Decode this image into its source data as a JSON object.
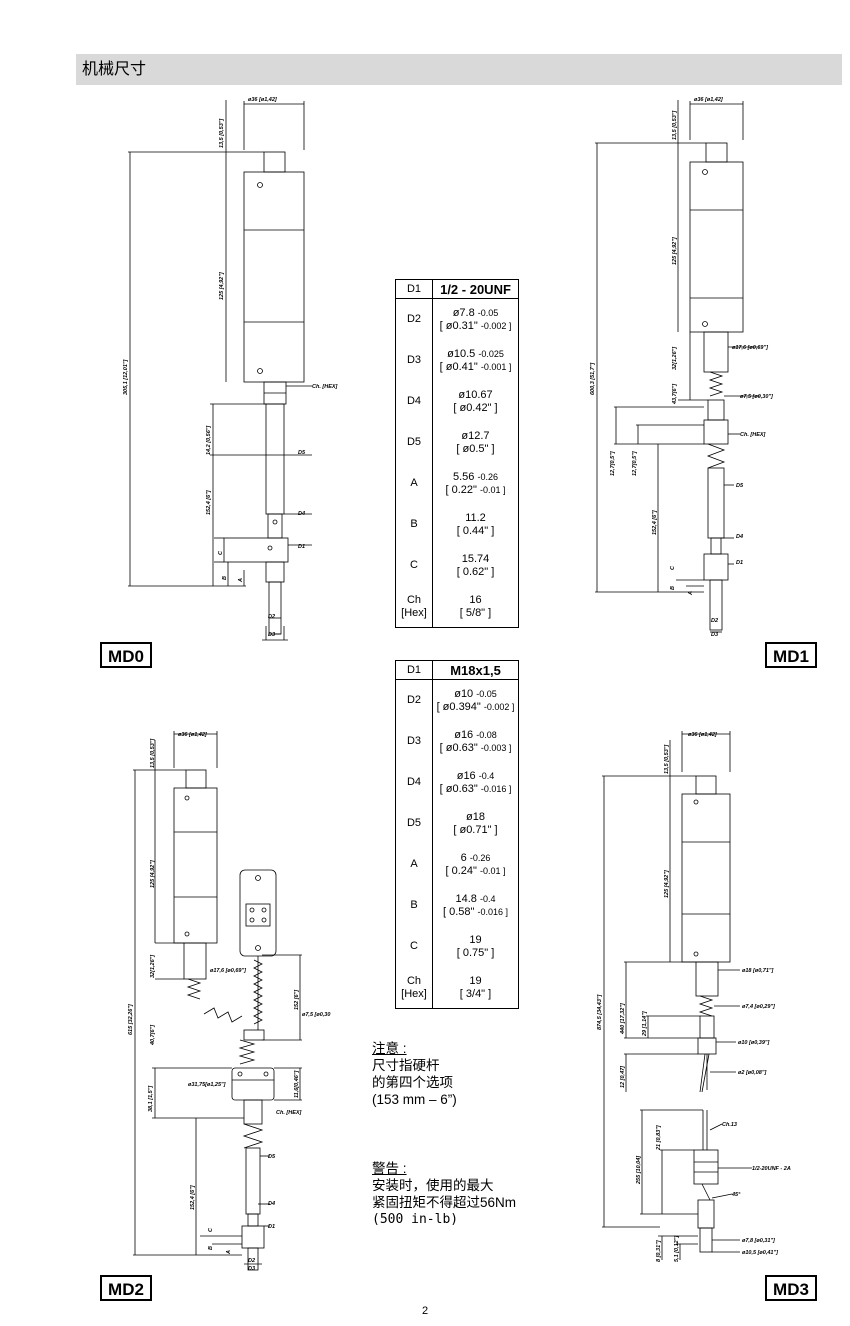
{
  "section_title": "机械尺寸",
  "models": {
    "md0": "MD0",
    "md1": "MD1",
    "md2": "MD2",
    "md3": "MD3"
  },
  "table_unf": {
    "head_key": "D1",
    "head_val": "1/2 - 20UNF",
    "rows": [
      {
        "k": "D2",
        "v1": "ø7.8",
        "t1": "-0.05",
        "v2": "[ ø0.31\"",
        "t2": "-0.002 ]"
      },
      {
        "k": "D3",
        "v1": "ø10.5",
        "t1": "-0.025",
        "v2": "[ ø0.41\"",
        "t2": "-0.001 ]"
      },
      {
        "k": "D4",
        "v1": "ø10.67",
        "t1": "",
        "v2": "[ ø0.42\" ]",
        "t2": ""
      },
      {
        "k": "D5",
        "v1": "ø12.7",
        "t1": "",
        "v2": "[ ø0.5\" ]",
        "t2": ""
      },
      {
        "k": "A",
        "v1": "5.56",
        "t1": "-0.26",
        "v2": "[ 0.22\"",
        "t2": "-0.01 ]"
      },
      {
        "k": "B",
        "v1": "11.2",
        "t1": "",
        "v2": "[ 0.44\" ]",
        "t2": ""
      },
      {
        "k": "C",
        "v1": "15.74",
        "t1": "",
        "v2": "[ 0.62\" ]",
        "t2": ""
      },
      {
        "k": "Ch\n[Hex]",
        "v1": "16",
        "t1": "",
        "v2": "[ 5/8\" ]",
        "t2": ""
      }
    ]
  },
  "table_m18": {
    "head_key": "D1",
    "head_val": "M18x1,5",
    "rows": [
      {
        "k": "D2",
        "v1": "ø10",
        "t1": "-0.05",
        "v2": "[ ø0.394\"",
        "t2": "-0.002 ]"
      },
      {
        "k": "D3",
        "v1": "ø16",
        "t1": "-0.08",
        "v2": "[ ø0.63\"",
        "t2": "-0.003 ]"
      },
      {
        "k": "D4",
        "v1": "ø16",
        "t1": "-0.4",
        "v2": "[ ø0.63\"",
        "t2": "-0.016 ]"
      },
      {
        "k": "D5",
        "v1": "ø18",
        "t1": "",
        "v2": "[ ø0.71\" ]",
        "t2": ""
      },
      {
        "k": "A",
        "v1": "6",
        "t1": "-0.26",
        "v2": "[ 0.24\"",
        "t2": "-0.01 ]"
      },
      {
        "k": "B",
        "v1": "14.8",
        "t1": "-0.4",
        "v2": "[ 0.58\"",
        "t2": "-0.016 ]"
      },
      {
        "k": "C",
        "v1": "19",
        "t1": "",
        "v2": "[ 0.75\" ]",
        "t2": ""
      },
      {
        "k": "Ch\n[Hex]",
        "v1": "19",
        "t1": "",
        "v2": "[ 3/4\" ]",
        "t2": ""
      }
    ]
  },
  "note1": {
    "heading": "注意  :",
    "l1": "尺寸指硬杆",
    "l2": "的第四个选项",
    "l3": "(153 mm – 6”)"
  },
  "note2": {
    "heading": "警告  :",
    "l1": "安装时，使用的最大",
    "l2": "紧固扭矩不得超过56Nm",
    "l3": "(500 in-lb)"
  },
  "page_number": "2",
  "drawing_labels": {
    "dia36": "ø36 [ø1,42]",
    "d135": "13,5 [0,53\"]",
    "d125": "125 [4,92\"]",
    "d3051": "305,1 [12,01\"]",
    "d142": "14,2 [0,56\"]",
    "d1524": "152,4 [6\"]",
    "d6003": "600,3 [51,7\"]",
    "d32": "32[1,26\"]",
    "d437": "43,7[6\"]",
    "d127": "12,7[0,5\"]",
    "d615": "615 [32,26\"]",
    "d407": "40,7[6\"]",
    "d381": "38,1 [1,5\"]",
    "d8745": "874,5 [34,43\"]",
    "d440": "440 [17,32\"]",
    "d29": "29 [1,14\"]",
    "d12": "12 [0,47]",
    "d255": "255 [10,04]",
    "d21": "21 [0,83\"]",
    "d8": "8 [0,31\"]",
    "d51": "5,1 [0,12\"]",
    "chhex": "Ch. [HEX]",
    "D1": "D1",
    "D2": "D2",
    "D3": "D3",
    "D4": "D4",
    "D5": "D5",
    "A": "A",
    "B": "B",
    "C": "C",
    "dia176": "ø17,6 [ø0,69\"]",
    "dia75": "ø7,5 [ø0,30\"]",
    "dia75b": "ø7,5 [ø0,30",
    "d152": "152 [6\"]",
    "d116": "11,6[0,46\"]",
    "dia3175": "ø31,75[ø1,25\"]",
    "dia18": "ø18 [ø0,71\"]",
    "dia74": "ø7,4 [ø0,29\"]",
    "dia10": "ø10 [ø0,39\"]",
    "dia2": "ø2 [ø0,08\"]",
    "ch13": "Ch.13",
    "unf": "1/2-20UNF - 2A",
    "dia78": "ø7,8 [ø0,31\"]",
    "dia105": "ø10,5 [ø0,41\"]",
    "ang": "45°"
  }
}
